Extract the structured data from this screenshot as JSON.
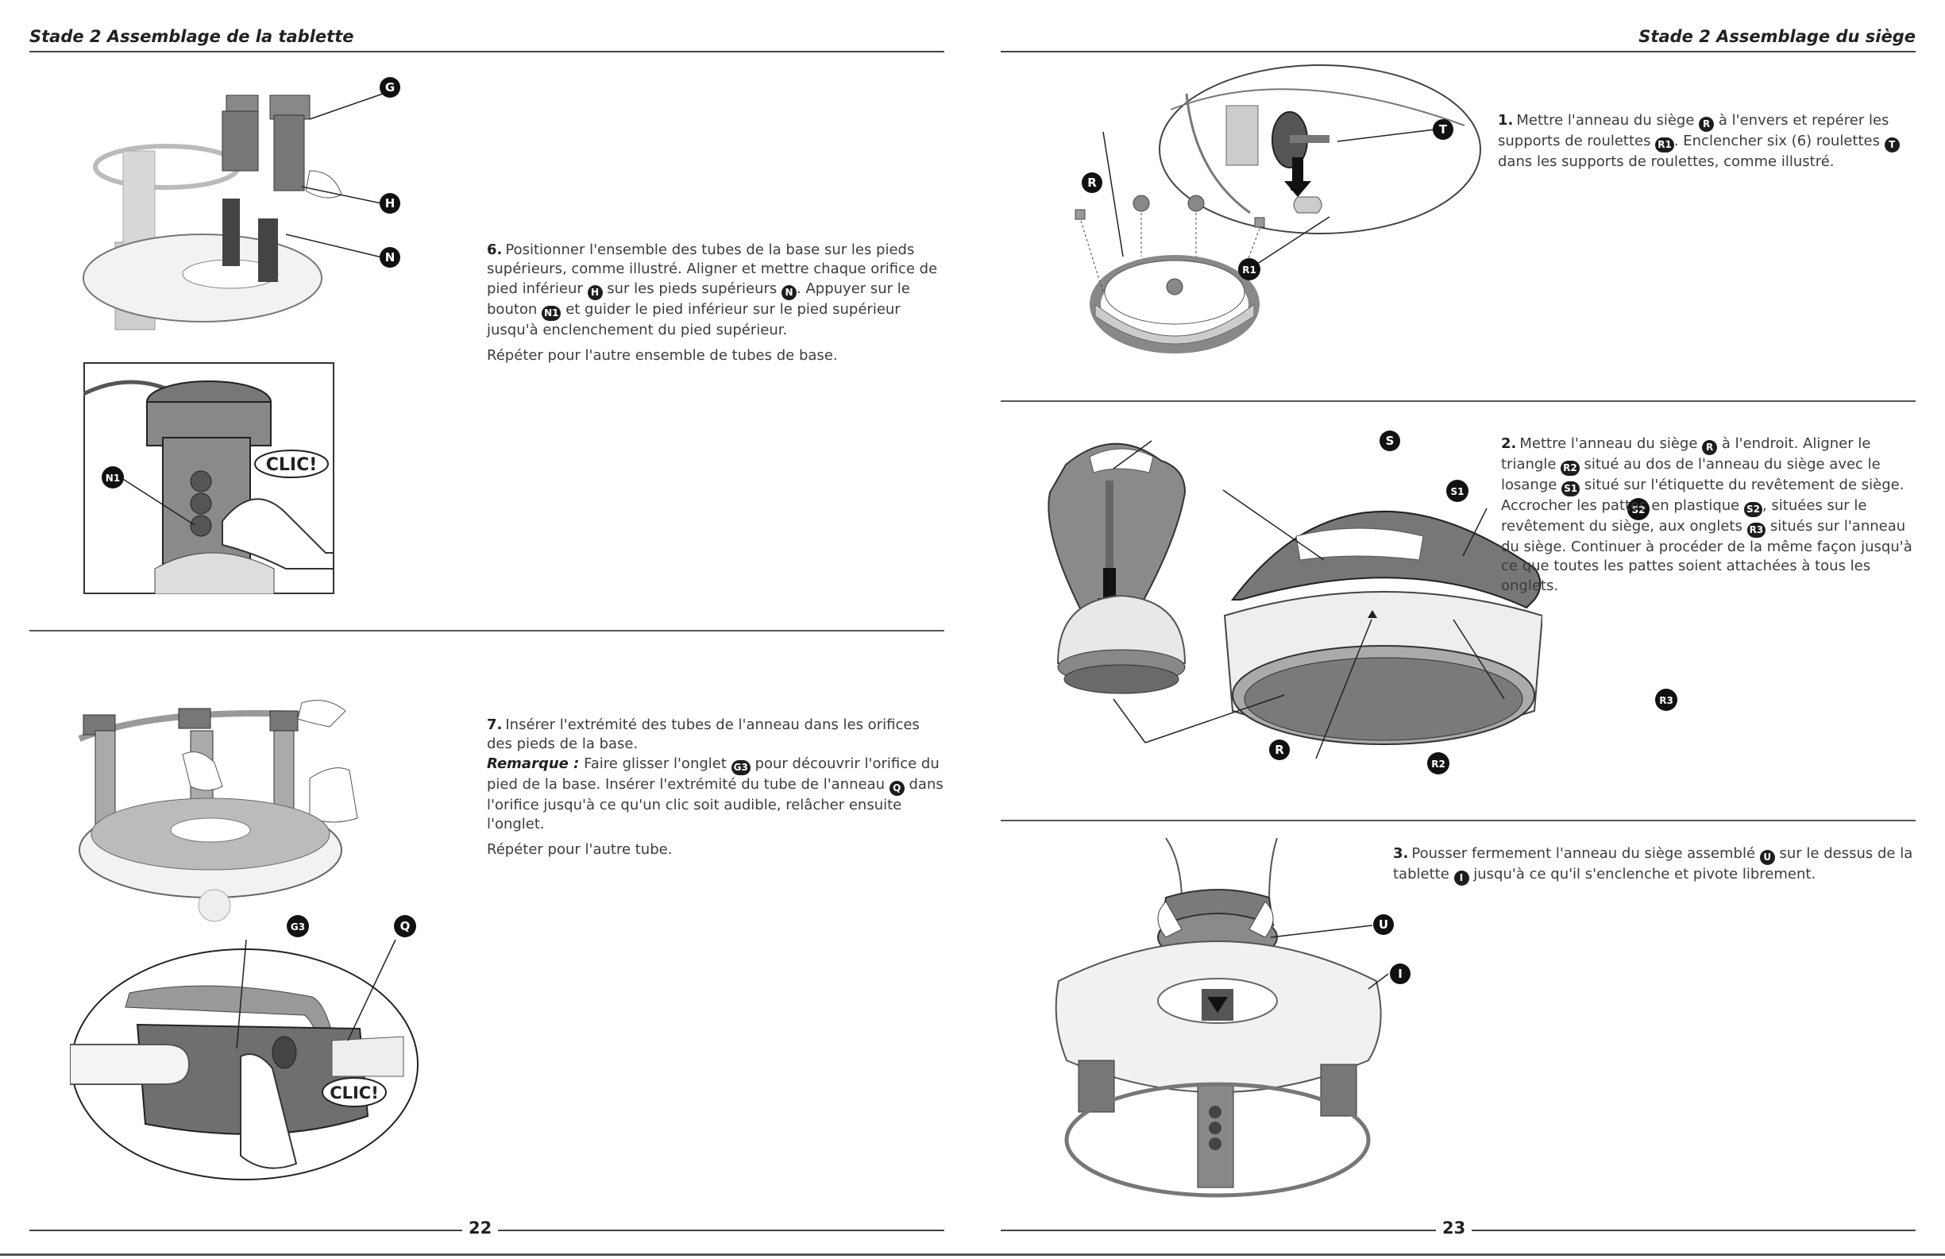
{
  "left_page": {
    "header": "Stade 2 Assemblage de la tablette",
    "page_number": "22",
    "step6": {
      "number": "6.",
      "line1_a": "Positionner l'ensemble des tubes de la base sur les pieds supérieurs, comme illustré. Aligner et mettre chaque orifice de pied inférieur",
      "badge_h": "H",
      "line1_b": "sur les pieds supérieurs",
      "badge_n": "N",
      "line1_c": ". Appuyer sur le bouton",
      "badge_n1": "N1",
      "line1_d": "et guider le pied inférieur sur le pied supérieur jusqu'à enclenchement du pied supérieur.",
      "repeat": "Répéter pour l'autre ensemble de tubes de base."
    },
    "step7": {
      "number": "7.",
      "line1": "Insérer l'extrémité des tubes de l'anneau dans les orifices des pieds de la base.",
      "note_label": "Remarque :",
      "note_a": "Faire glisser l'onglet",
      "badge_g3": "G3",
      "note_b": "pour découvrir l'orifice du pied de la base. Insérer l'extrémité du tube de l'anneau",
      "badge_q": "Q",
      "note_c": "dans l'orifice jusqu'à ce qu'un clic soit audible, relâcher ensuite l'onglet.",
      "repeat": "Répéter pour l'autre tube."
    },
    "figure1_callouts": [
      "G",
      "H",
      "N"
    ],
    "figure2": {
      "callout": "N1",
      "clic": "CLIC!"
    },
    "figure3_callouts": [
      "G3",
      "Q"
    ],
    "figure4": {
      "clic": "CLIC!"
    }
  },
  "right_page": {
    "header": "Stade 2 Assemblage du siège",
    "page_number": "23",
    "step1": {
      "number": "1.",
      "a": "Mettre l'anneau du siège",
      "badge_r": "R",
      "b": "à l'envers et repérer les supports de roulettes",
      "badge_r1": "R1",
      "c": ". Enclencher six (6) roulettes",
      "badge_t": "T",
      "d": "dans les supports de roulettes, comme illustré."
    },
    "step2": {
      "number": "2.",
      "a": "Mettre l'anneau du siège",
      "badge_r": "R",
      "b": "à l'endroit. Aligner le triangle",
      "badge_r2": "R2",
      "c": "situé au dos de l'anneau du siège avec le losange",
      "badge_s1": "S1",
      "d": "situé sur l'étiquette du revêtement de siège.  Accrocher les pattes en plastique",
      "badge_s2": "S2",
      "e": ", situées sur le revêtement du siège, aux onglets",
      "badge_r3": "R3",
      "f": "situés sur l'anneau du siège. Continuer à procéder de la même façon jusqu'à ce que toutes les pattes soient attachées à tous les onglets."
    },
    "step3": {
      "number": "3.",
      "a": "Pousser fermement l'anneau du siège assemblé",
      "badge_u": "U",
      "b": "sur le dessus de la tablette",
      "badge_i": "I",
      "c": "jusqu'à ce qu'il s'enclenche et pivote librement."
    },
    "figure5_callouts": [
      "R",
      "T",
      "R1"
    ],
    "figure6_callouts": [
      "S",
      "S1",
      "S2",
      "R3",
      "R",
      "R2"
    ],
    "figure7_callouts": [
      "U",
      "I"
    ]
  }
}
